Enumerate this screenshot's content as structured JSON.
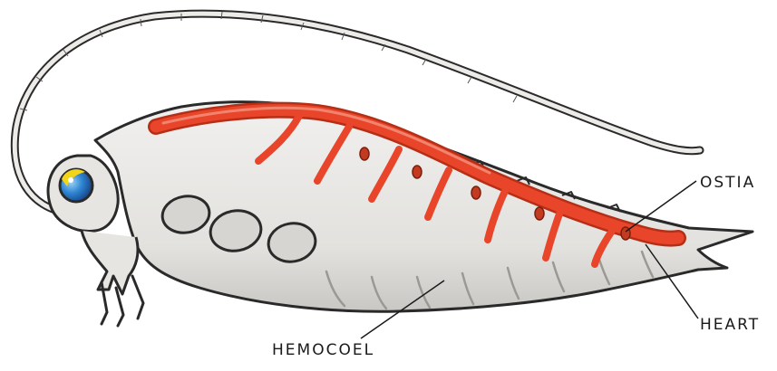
{
  "labels": {
    "ostia": "OSTIA",
    "heart": "HEART",
    "hemocoel": "HEMOCOEL"
  },
  "colors": {
    "body": "#e4e3e0",
    "body_shadow": "#c9c8c5",
    "outline": "#2a2a2a",
    "heart": "#e8452a",
    "heart_dark": "#b72e16",
    "eye_blue": "#3a8fd9",
    "eye_yellow": "#f2d51b"
  }
}
